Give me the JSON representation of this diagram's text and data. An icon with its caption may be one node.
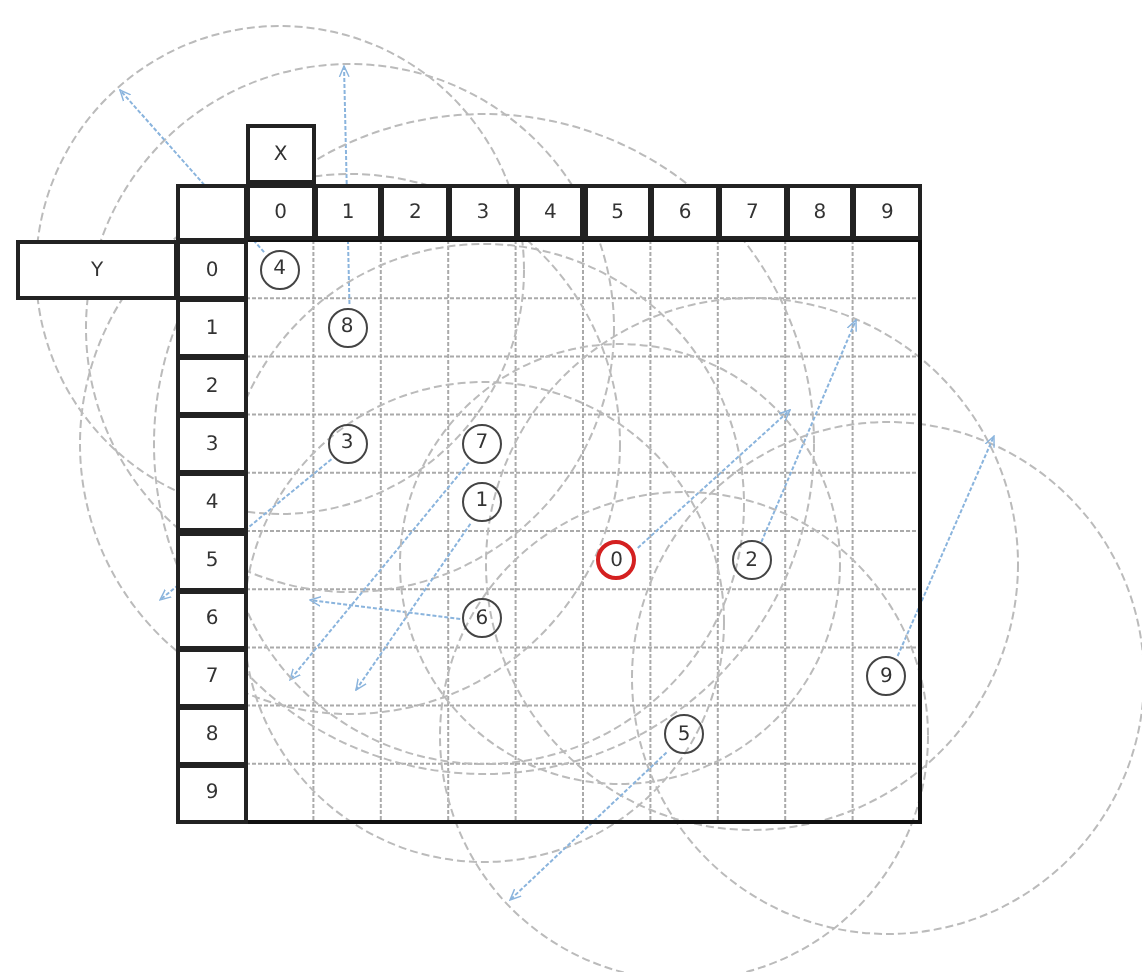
{
  "diagram": {
    "nodes": [
      {
        "text": [
          "4"
        ]
      },
      {
        "text": [
          "8"
        ]
      },
      {
        "text": [
          "3"
        ]
      },
      {
        "text": [
          "7"
        ]
      },
      {
        "text": [
          "1"
        ]
      },
      {
        "text": [
          "0"
        ]
      },
      {
        "text": [
          "2"
        ]
      },
      {
        "text": [
          "6"
        ]
      },
      {
        "text": [
          "9"
        ]
      },
      {
        "text": [
          "5"
        ]
      }
    ],
    "labels": [
      "X",
      "0",
      "1",
      "2",
      "3",
      "4",
      "5",
      "6",
      "7",
      "8",
      "9",
      "Y",
      "0",
      "1",
      "2",
      "3",
      "4",
      "5",
      "6",
      "7",
      "8",
      "9"
    ]
  }
}
